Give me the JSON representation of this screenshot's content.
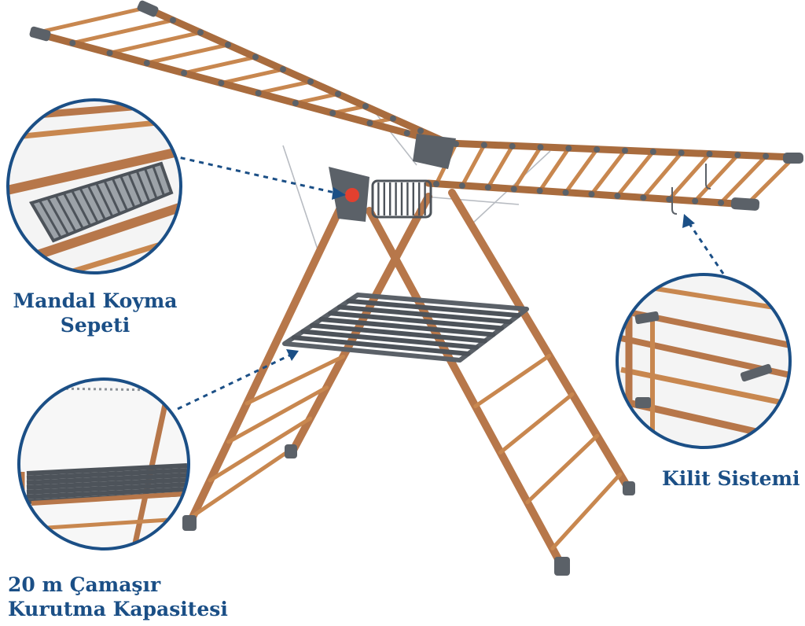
{
  "product": {
    "name": "Winged clothes drying rack",
    "frame_color": "#b7774a",
    "plastic_color": "#5b6168",
    "accent_color": "#1b4f86",
    "lock_button_color": "#e2402f"
  },
  "callouts": [
    {
      "id": "basket",
      "lines": [
        "Mandal Koyma",
        "Sepeti"
      ]
    },
    {
      "id": "lock",
      "lines": [
        "Kilit Sistemi"
      ]
    },
    {
      "id": "capacity",
      "lines": [
        "20 m Çamaşır",
        "Kurutma Kapasitesi"
      ]
    }
  ]
}
